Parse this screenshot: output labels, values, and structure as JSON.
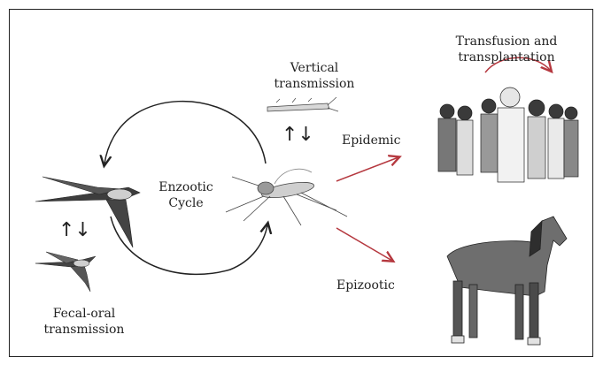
{
  "labels": {
    "vertical": [
      "Vertical",
      "transmission"
    ],
    "transfusion": [
      "Transfusion and",
      "transplantation"
    ],
    "enzootic": [
      "Enzootic",
      "Cycle"
    ],
    "epidemic": "Epidemic",
    "epizootic": "Epizootic",
    "fecal": [
      "Fecal-oral",
      "transmission"
    ]
  },
  "glyphs": {
    "updown": "↑↓"
  },
  "colors": {
    "red_arrow": "#b5383f",
    "ink": "#222222"
  }
}
